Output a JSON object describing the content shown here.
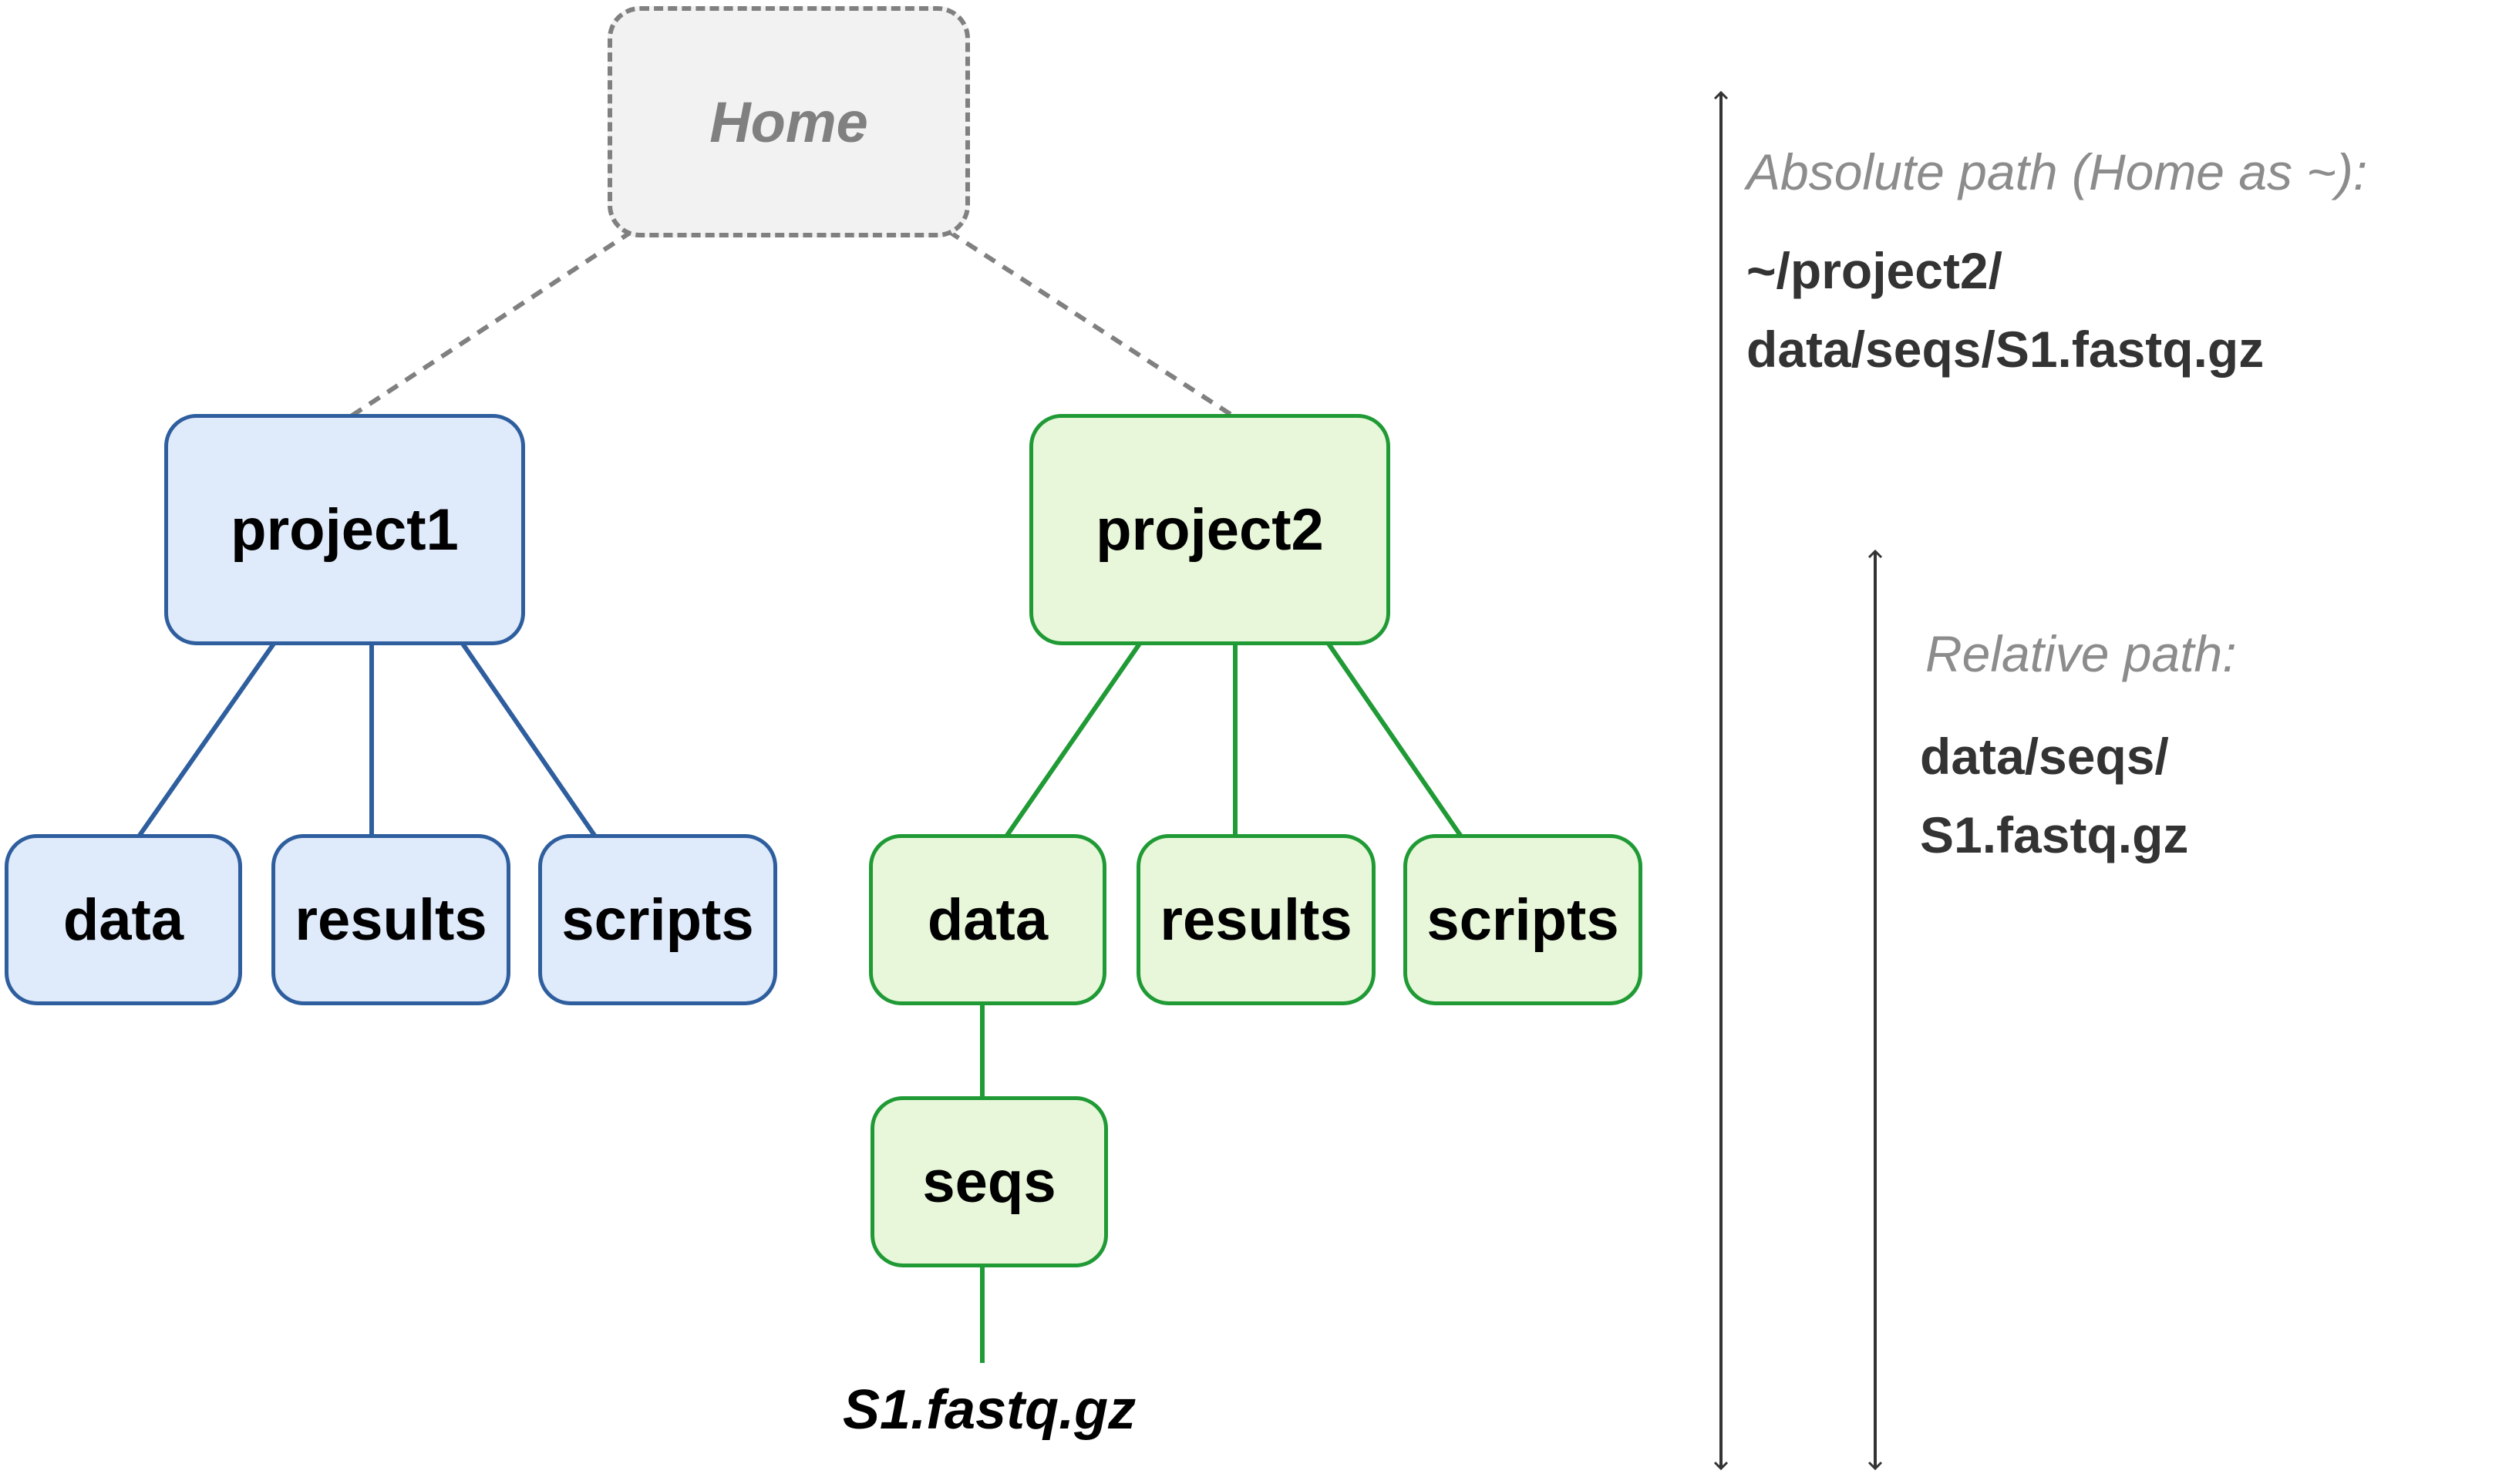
{
  "tree": {
    "home": "Home",
    "project1": {
      "label": "project1",
      "children": [
        "data",
        "results",
        "scripts"
      ]
    },
    "project2": {
      "label": "project2",
      "children": [
        "data",
        "results",
        "scripts"
      ],
      "data_child": "seqs",
      "file": "S1.fastq.gz"
    }
  },
  "paths": {
    "absolute": {
      "label": "Absolute path (Home as ~):",
      "line1": "~/project2/",
      "line2": "data/seqs/S1.fastq.gz"
    },
    "relative": {
      "label": "Relative path:",
      "line1": "data/seqs/",
      "line2": "S1.fastq.gz"
    }
  },
  "colors": {
    "home_border": "#808080",
    "project1_border": "#2e5e9e",
    "project1_fill": "#dfeafa",
    "project2_border": "#1f9a35",
    "project2_fill": "#e8f7da",
    "path_text": "#333333",
    "path_label": "#8c8c8c"
  }
}
